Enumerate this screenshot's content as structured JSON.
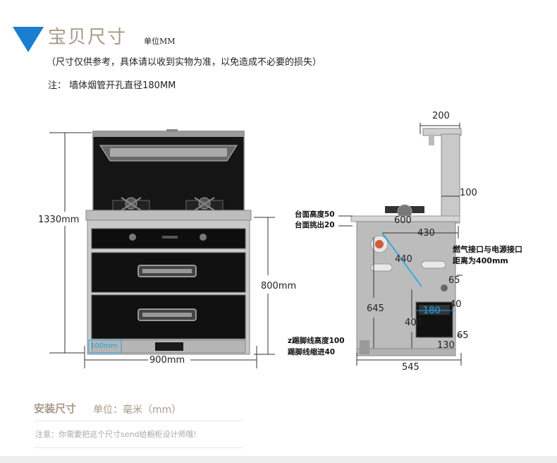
{
  "header": {
    "title": "宝贝尺寸",
    "unit": "单位MM",
    "disclaimer": "（尺寸仅供参考，具体请以收到实物为准，以免造成不必要的损失）",
    "note": "注：  墙体烟管开孔直径180MM"
  },
  "front_view": {
    "height_total": "1330mm",
    "height_body": "800mm",
    "width": "900mm",
    "toe_kick": "100mm"
  },
  "side_view": {
    "flue_width": "200",
    "flue_depth": "100",
    "counter_height_label": "台面高度50",
    "counter_overhang_label": "台面挑出20",
    "top_depth": "600",
    "inner_depth": "430",
    "diag": "440",
    "gas_note_1": "燃气接口与电源接口",
    "gas_note_2": "距离为400mm",
    "dim_65_top": "65",
    "height_645": "645",
    "vent_180": "180",
    "dim_40": "40",
    "dim_400": "400",
    "dim_65_bottom": "65",
    "dim_130": "130",
    "kick_height_label": "z踢脚线高度100",
    "kick_recess_label": "踢脚线缩进40",
    "depth_545": "545"
  },
  "install": {
    "title": "安装尺寸",
    "unit": "单位：毫米（mm）",
    "note": "注意：你需要把这个尺寸send给橱柜设计师哦!"
  },
  "colors": {
    "accent_triangle": "#1a7fd1",
    "title": "#a89a86",
    "cabinet_black": "#111111",
    "steel": "#b8b8b8",
    "blue_marker": "#1aa3e8"
  }
}
